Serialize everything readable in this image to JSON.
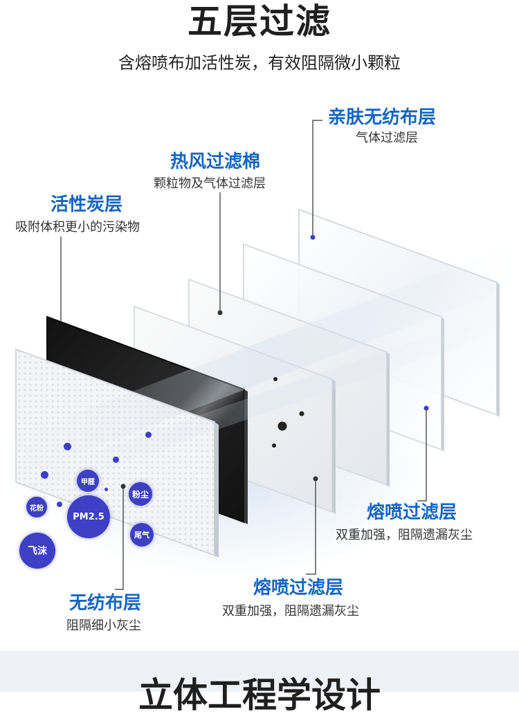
{
  "header": {
    "title": "五层过滤",
    "subtitle": "含熔喷布加活性炭，有效阻隔微小颗粒"
  },
  "layers": [
    {
      "label": "亲肤无纺布层",
      "desc": "气体过滤层"
    },
    {
      "label": "热风过滤棉",
      "desc": "颗粒物及气体过滤层"
    },
    {
      "label": "活性炭层",
      "desc": "吸附体积更小的污染物"
    },
    {
      "label": "熔喷过滤层",
      "desc": "双重加强，阻隔遗漏灰尘"
    },
    {
      "label": "熔喷过滤层",
      "desc": "双重加强，阻隔遗漏灰尘"
    },
    {
      "label": "无纺布层",
      "desc": "阻隔细小灰尘"
    }
  ],
  "particles": {
    "formaldehyde": "甲醛",
    "dust": "粉尘",
    "pollen": "花粉",
    "pm25": "PM2.5",
    "exhaust": "尾气",
    "droplets": "飞沫"
  },
  "footer": {
    "next_title": "立体工程学设计"
  },
  "colors": {
    "accent": "#1565c0",
    "particle": "#3d3fc4",
    "carbon": "#1a1a1a"
  }
}
